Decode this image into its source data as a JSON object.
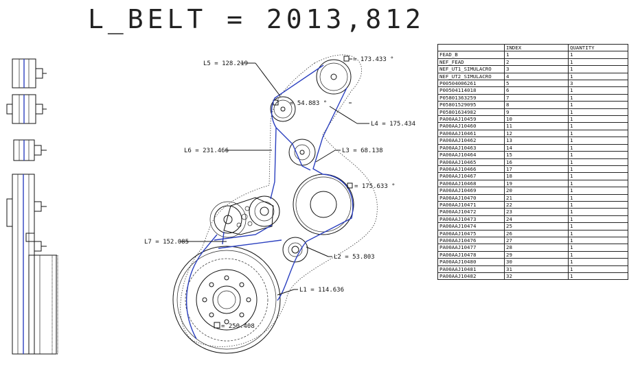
{
  "title": "L_BELT = 2013,812",
  "labels": {
    "l5": "L5 = 128.219",
    "ang1": "= 173.433 °",
    "ang2": "= 54.883 °",
    "l4": "L4 = 175.434",
    "l6": "L6 = 231.466",
    "l3": "L3 = 68.138",
    "ang3": "= 175.633 °",
    "l7": "L7 = 152.085",
    "l2": "L2 = 53.803",
    "l1": "L1 = 114.636",
    "ang4": "= 250.408"
  },
  "table": {
    "headers": [
      "",
      "INDEX",
      "QUANTITY"
    ],
    "rows": [
      [
        "FEAD_B",
        "1",
        "1"
      ],
      [
        "NEF_FEAD",
        "2",
        "1"
      ],
      [
        "NEF_UT1_SIMULACRO",
        "3",
        "1"
      ],
      [
        "NEF_UT2_SIMULACRO",
        "4",
        "1"
      ],
      [
        "P00504006261",
        "5",
        "3"
      ],
      [
        "P00504114018",
        "6",
        "1"
      ],
      [
        "P05801363259",
        "7",
        "1"
      ],
      [
        "P05801529095",
        "8",
        "1"
      ],
      [
        "P05801634982",
        "9",
        "1"
      ],
      [
        "PA00AAJ10459",
        "10",
        "1"
      ],
      [
        "PA00AAJ10460",
        "11",
        "1"
      ],
      [
        "PA00AAJ10461",
        "12",
        "1"
      ],
      [
        "PA00AAJ10462",
        "13",
        "1"
      ],
      [
        "PA00AAJ10463",
        "14",
        "1"
      ],
      [
        "PA00AAJ10464",
        "15",
        "1"
      ],
      [
        "PA00AAJ10465",
        "16",
        "1"
      ],
      [
        "PA00AAJ10466",
        "17",
        "1"
      ],
      [
        "PA00AAJ10467",
        "18",
        "1"
      ],
      [
        "PA00AAJ10468",
        "19",
        "1"
      ],
      [
        "PA00AAJ10469",
        "20",
        "1"
      ],
      [
        "PA00AAJ10470",
        "21",
        "1"
      ],
      [
        "PA00AAJ10471",
        "22",
        "1"
      ],
      [
        "PA00AAJ10472",
        "23",
        "1"
      ],
      [
        "PA00AAJ10473",
        "24",
        "1"
      ],
      [
        "PA00AAJ10474",
        "25",
        "1"
      ],
      [
        "PA00AAJ10475",
        "26",
        "1"
      ],
      [
        "PA00AAJ10476",
        "27",
        "1"
      ],
      [
        "PA00AAJ10477",
        "28",
        "1"
      ],
      [
        "PA00AAJ10478",
        "29",
        "1"
      ],
      [
        "PA00AAJ10480",
        "30",
        "1"
      ],
      [
        "PA00AAJ10481",
        "31",
        "1"
      ],
      [
        "PA00AAJ10482",
        "32",
        "1"
      ]
    ]
  },
  "colors": {
    "belt": "#2a3fbf",
    "line": "#111111"
  }
}
